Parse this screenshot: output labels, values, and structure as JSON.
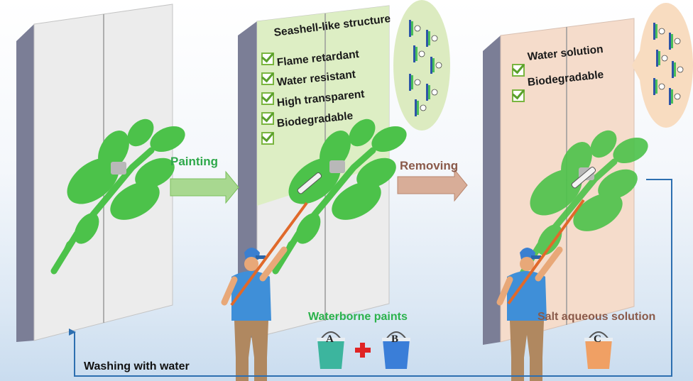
{
  "steps": {
    "painting": "Painting",
    "removing": "Removing",
    "washing": "Washing with water"
  },
  "coating_features": [
    "Seashell-like structure",
    "Flame retardant",
    "Water resistant",
    "High transparent",
    "Biodegradable"
  ],
  "removed_features": [
    "Water solution",
    "Biodegradable"
  ],
  "paints": {
    "title": "Waterborne paints",
    "bucket_a": "A",
    "bucket_b": "B",
    "plus": "+"
  },
  "salt": {
    "title": "Salt aqueous solution",
    "bucket_c": "C"
  },
  "colors": {
    "painting_text": "#2ea84a",
    "removing_text": "#8a5a4a",
    "paints_title": "#2bb24c",
    "salt_title": "#8a5a4a",
    "leaf_green": "#4cc24a",
    "coating_tint": "#dbeec0",
    "removed_tint": "#f5dccb",
    "flow_line": "#2d6fb0"
  },
  "icons": [
    "check-icon",
    "bucket-icon",
    "painter-icon",
    "leaf-painting-icon",
    "seashell-structure-icon",
    "arrow-icon",
    "plus-icon"
  ]
}
